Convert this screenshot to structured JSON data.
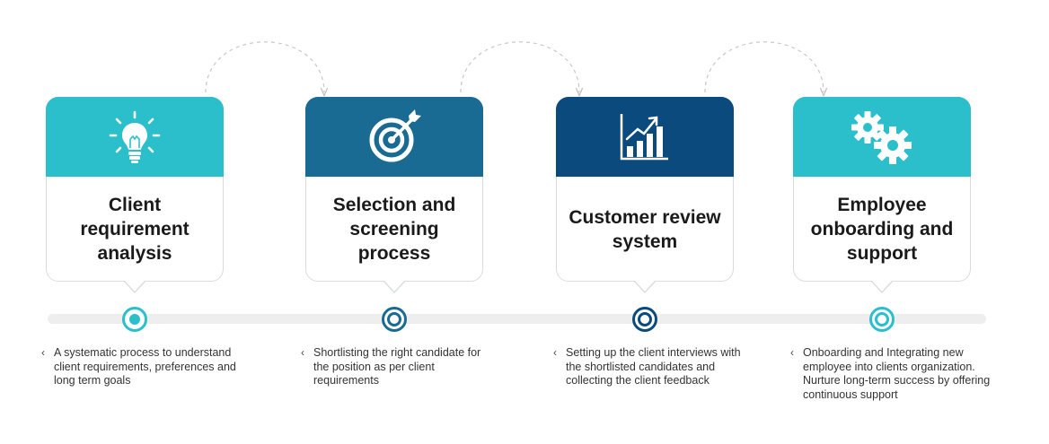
{
  "steps": [
    {
      "title": "Client requirement analysis",
      "icon": "lightbulb-icon",
      "color": "#2bbfcb",
      "description": "A systematic process to understand client requirements, preferences and long term goals"
    },
    {
      "title": "Selection and screening process",
      "icon": "target-icon",
      "color": "#1a6b94",
      "description": "Shortlisting the right candidate for the position as per client requirements"
    },
    {
      "title": "Customer review system",
      "icon": "growth-chart-icon",
      "color": "#0b4a7c",
      "description": "Setting up the client interviews with the shortlisted candidates and collecting the client feedback"
    },
    {
      "title": "Employee onboarding and support",
      "icon": "gears-icon",
      "color": "#2bbfcb",
      "description": "Onboarding and Integrating new employee into clients organization. Nurture long-term success by offering continuous support"
    }
  ],
  "colors": {
    "timeline": "#eeeeee",
    "card_border": "#d9dcdf",
    "connector": "#c8c8c8"
  }
}
